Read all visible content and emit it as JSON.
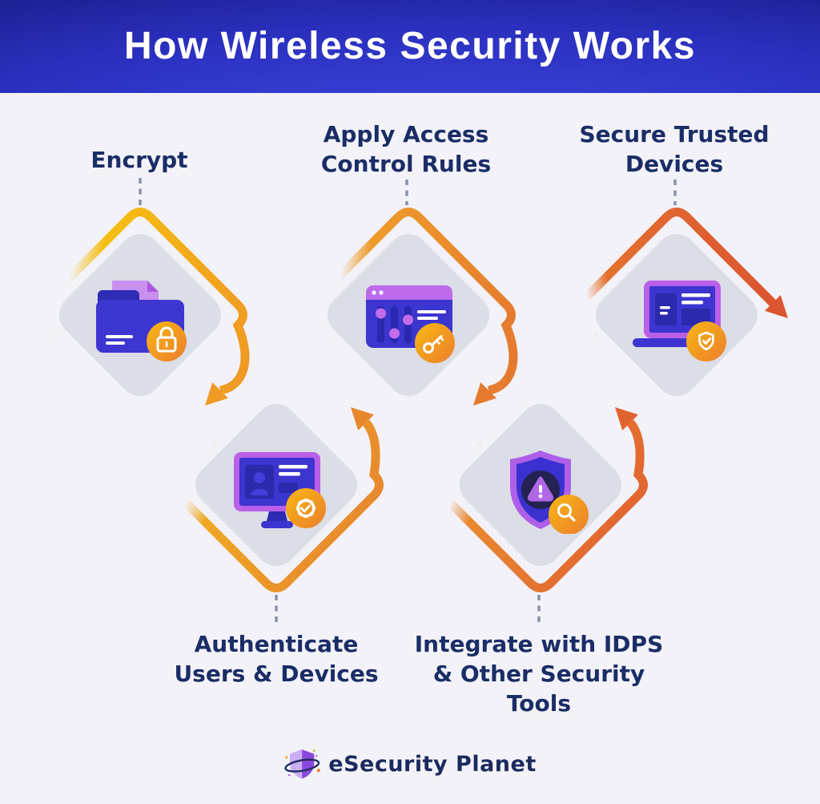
{
  "header": {
    "title": "How Wireless Security Works"
  },
  "steps": [
    {
      "name": "encrypt",
      "label_lines": [
        "Encrypt"
      ],
      "icon": "folder-icon",
      "badge": "lock-badge-icon"
    },
    {
      "name": "authenticate",
      "label_lines": [
        "Authenticate",
        "Users & Devices"
      ],
      "icon": "monitor-id-icon",
      "badge": "verified-badge-icon"
    },
    {
      "name": "access-control",
      "label_lines": [
        "Apply Access",
        "Control Rules"
      ],
      "icon": "control-panel-icon",
      "badge": "key-badge-icon"
    },
    {
      "name": "idps",
      "label_lines": [
        "Integrate with IDPS",
        "& Other Security",
        "Tools"
      ],
      "icon": "shield-alert-icon",
      "badge": "search-badge-icon"
    },
    {
      "name": "secure-devices",
      "label_lines": [
        "Secure Trusted",
        "Devices"
      ],
      "icon": "laptop-icon",
      "badge": "shield-check-badge-icon"
    }
  ],
  "footer": {
    "brand": "eSecurity Planet"
  },
  "palette": {
    "header_dark": "#080B38",
    "header_bright": "#3D47E0",
    "background": "#F2F2F8",
    "diamond_gray": "#DBDDE7",
    "label_navy": "#1B2D66",
    "dash_gray": "#8A92A8",
    "flow_start_yellow": "#F5BE12",
    "flow_end_orange": "#DC5530",
    "badge_gradient_start": "#F7B814",
    "badge_gradient_end": "#EC7D2C",
    "icon_indigo": "#3C35CF",
    "icon_indigo_dark": "#2B29AC",
    "icon_purple": "#B95FE8"
  }
}
